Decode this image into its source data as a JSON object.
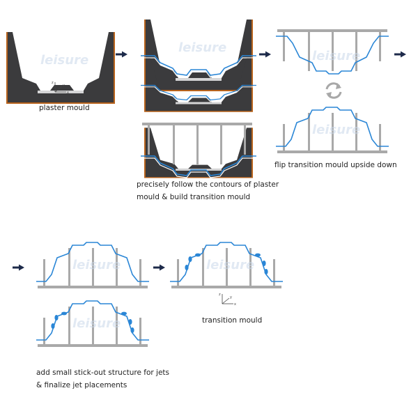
{
  "captions": {
    "plaster_mould": "plaster mould",
    "follow_contours_line1": "precisely follow the contours of plaster",
    "follow_contours_line2": "mould & build transition mould",
    "flip": "flip transition mould upside down",
    "stickout_line1": "add small stick-out structure for jets",
    "stickout_line2": "& finalize jet placements",
    "transition_mould": "transition mould"
  },
  "watermark": "leisure",
  "axes": {
    "z": "z",
    "y": "y",
    "x": "x"
  },
  "colors": {
    "plaster": "#3b3b3d",
    "plaster_edge": "#b8631c",
    "shell": "#2a86d6",
    "frame": "#a9a9a9",
    "arrow": "#1d2a4a",
    "rotate": "#a8a8a8"
  }
}
